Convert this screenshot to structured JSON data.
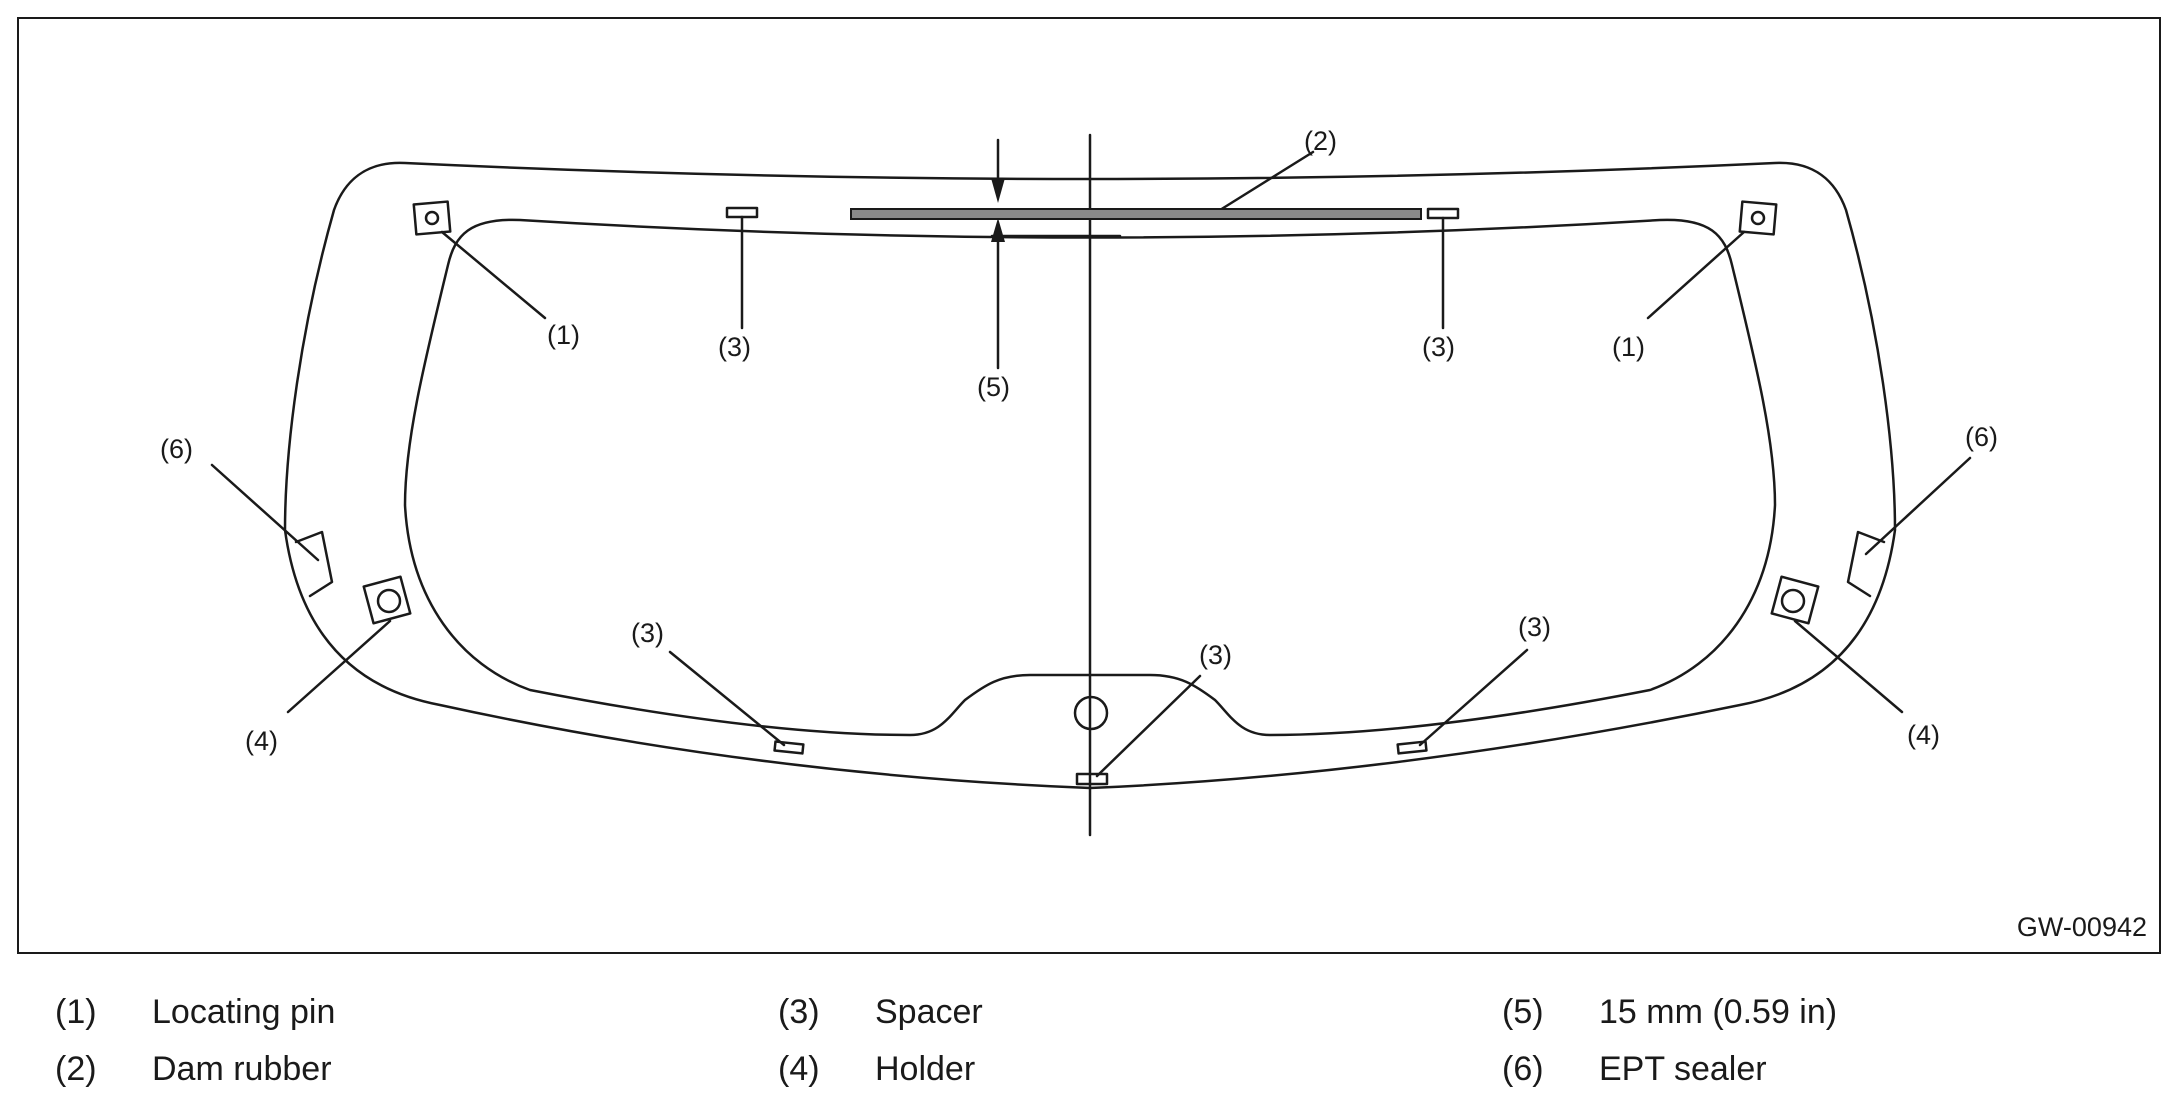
{
  "figure_id": "GW-00942",
  "callouts": {
    "c1": "(1)",
    "c2": "(2)",
    "c3": "(3)",
    "c4": "(4)",
    "c5": "(5)",
    "c6": "(6)"
  },
  "legend": [
    {
      "number": "(1)",
      "label": "Locating pin"
    },
    {
      "number": "(2)",
      "label": "Dam rubber"
    },
    {
      "number": "(3)",
      "label": "Spacer"
    },
    {
      "number": "(4)",
      "label": "Holder"
    },
    {
      "number": "(5)",
      "label": "15 mm (0.59 in)"
    },
    {
      "number": "(6)",
      "label": "EPT sealer"
    }
  ],
  "colors": {
    "line": "#1a1a1a",
    "dam_rubber_fill": "#8a8a8a",
    "background": "#ffffff"
  }
}
